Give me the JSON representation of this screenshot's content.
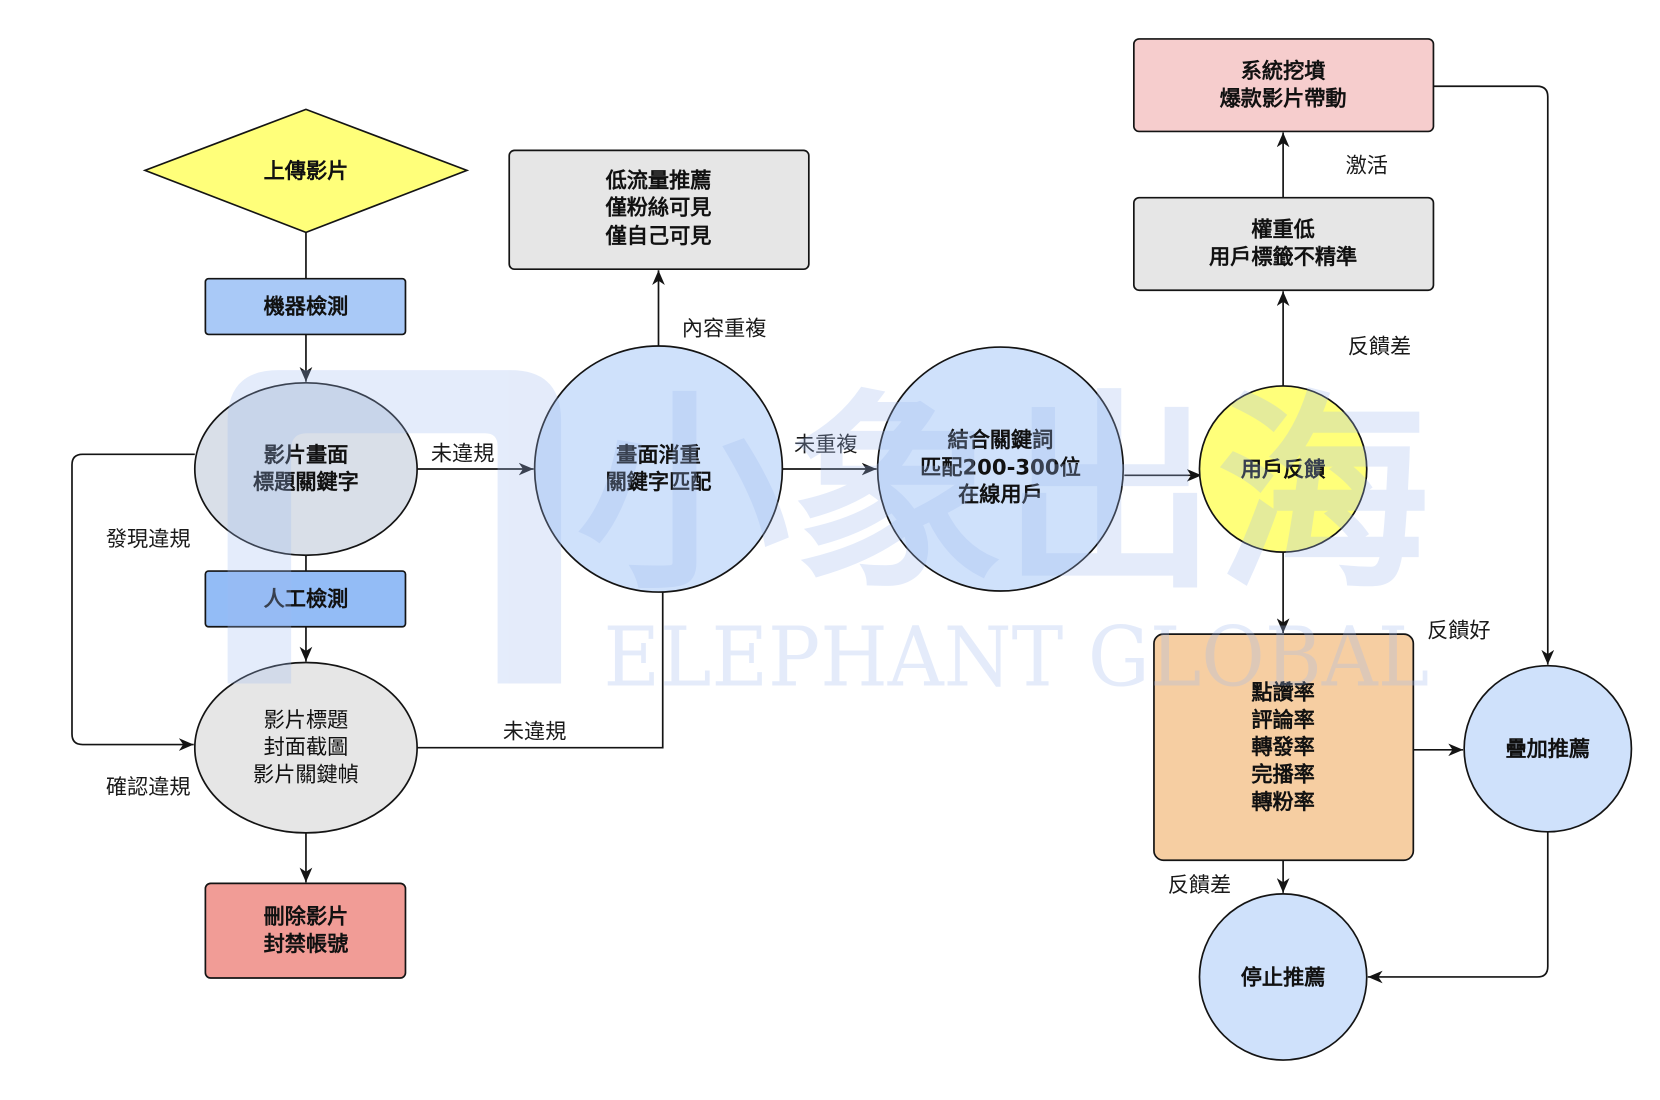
{
  "colors": {
    "diamond": "#ffff7a",
    "machine_box": "#a9c9f7",
    "manual_box": "#93bcf6",
    "screen_ellipse": "#d9dfe8",
    "title_ellipse": "#e6e6e6",
    "delete_box": "#f19c96",
    "blue_circle": "#cfe1fb",
    "gray_box": "#e6e6e6",
    "feedback_circle": "#ffff7a",
    "revival_box": "#f6cdcd",
    "metrics_box": "#f6cea2",
    "watermark": "#9fbaf0"
  },
  "nodes": {
    "upload": [
      "上傳影片"
    ],
    "machine_check": [
      "機器檢測"
    ],
    "screen_keywords": [
      "影片畫面",
      "標題關鍵字"
    ],
    "manual_check": [
      "人工檢測"
    ],
    "title_cover_frames": [
      "影片標題",
      "封面截圖",
      "影片關鍵幀"
    ],
    "delete_ban": [
      "刪除影片",
      "封禁帳號"
    ],
    "dedup_match": [
      "畫面消重",
      "關鍵字匹配"
    ],
    "low_traffic": [
      "低流量推薦",
      "僅粉絲可見",
      "僅自己可見"
    ],
    "keyword_users": [
      "結合關鍵詞",
      "匹配200-300位",
      "在線用戶"
    ],
    "user_feedback": [
      "用戶反饋"
    ],
    "low_weight": [
      "權重低",
      "用戶標籤不精準"
    ],
    "system_revival": [
      "系統挖墳",
      "爆款影片帶動"
    ],
    "metrics": [
      "點讚率",
      "評論率",
      "轉發率",
      "完播率",
      "轉粉率"
    ],
    "boost": [
      "疊加推薦"
    ],
    "stop": [
      "停止推薦"
    ]
  },
  "edges": {
    "not_violating_1": "未違規",
    "found_violation": "發現違規",
    "confirmed_violation": "確認違規",
    "not_violating_2": "未違規",
    "duplicate_content": "內容重複",
    "not_duplicate": "未重複",
    "poor_feedback_1": "反饋差",
    "activate": "激活",
    "good_feedback": "反饋好",
    "poor_feedback_2": "反饋差"
  },
  "watermark": {
    "cn": "小象出海",
    "en": "ELEPHANT GLOBAL"
  }
}
